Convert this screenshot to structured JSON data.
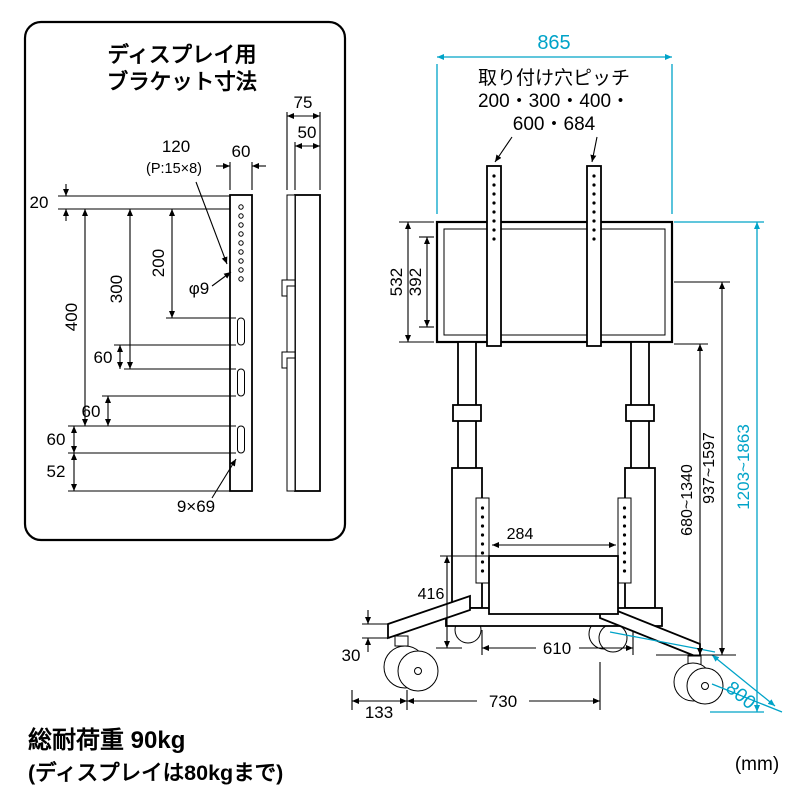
{
  "colors": {
    "accent": "#00a3c8",
    "ink": "#000000",
    "background": "#ffffff"
  },
  "bracket_panel": {
    "title_line1": "ディスプレイ用",
    "title_line2": "ブラケット寸法",
    "dims": {
      "side_depth_total": "75",
      "side_depth_body": "50",
      "hole_span": "120",
      "hole_pitch_note": "(P:15×8)",
      "plate_width": "60",
      "top_offset": "20",
      "span_200": "200",
      "span_300": "300",
      "span_400": "400",
      "hole_dia": "φ9",
      "gap_60a": "60",
      "gap_60b": "60",
      "gap_60c": "60",
      "bottom_offset": "52",
      "slot_size": "9×69"
    }
  },
  "stand": {
    "width": "865",
    "pitch_title": "取り付け穴ピッチ",
    "pitch_values_line1": "200・300・400・",
    "pitch_values_line2": "600・684",
    "bracket_height": "532",
    "bracket_hole_span": "392",
    "display_bottom_height": "680~1340",
    "display_center_height": "937~1597",
    "overall_height": "1203~1863",
    "shelf_pitch": "284",
    "shelf_height": "416",
    "inner_width": "610",
    "base_height": "30",
    "caster_offset": "133",
    "caster_span": "730",
    "depth": "800"
  },
  "footer": {
    "load_line1": "総耐荷重 90kg",
    "load_line2": "(ディスプレイは80kgまで)",
    "unit": "(mm)"
  }
}
